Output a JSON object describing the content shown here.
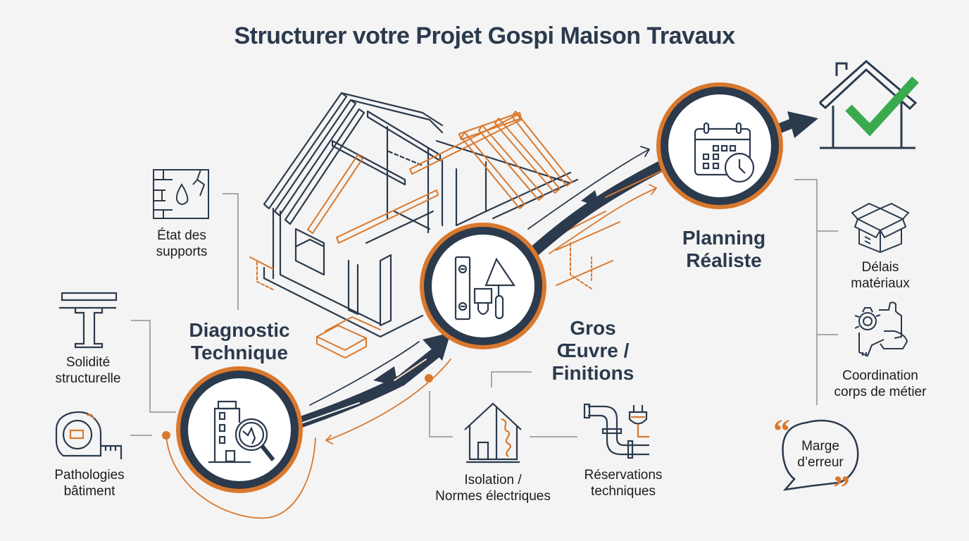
{
  "title": "Structurer votre Projet Gospi Maison Travaux",
  "colors": {
    "navy": "#2b3a4d",
    "orange": "#d9782d",
    "green": "#3aaa4f",
    "connector_gray": "#8a9099",
    "background": "#f4f4f4"
  },
  "stages": [
    {
      "label_line1": "Diagnostic",
      "label_line2": "Technique",
      "icon": "building-magnifier-icon",
      "details": [
        {
          "line1": "État des",
          "line2": "supports",
          "icon": "brick-wall-crack-icon"
        },
        {
          "line1": "Solidité",
          "line2": "structurelle",
          "icon": "i-beam-icon"
        },
        {
          "line1": "Pathologies",
          "line2": "bâtiment",
          "icon": "tape-measure-icon"
        }
      ]
    },
    {
      "label_line1": "Gros",
      "label_line2": "Œuvre /",
      "label_line3": "Finitions",
      "icon": "tools-level-trowel-brush-icon",
      "details": [
        {
          "line1": "Isolation /",
          "line2": "Normes électriques",
          "icon": "house-insulation-icon"
        },
        {
          "line1": "Réservations",
          "line2": "techniques",
          "icon": "pipe-plug-icon"
        }
      ]
    },
    {
      "label_line1": "Planning",
      "label_line2": "Réaliste",
      "icon": "calendar-clock-icon",
      "details": [
        {
          "line1": "Délais",
          "line2": "matériaux",
          "icon": "open-box-icon"
        },
        {
          "line1": "Coordination",
          "line2": "corps de métier",
          "icon": "hands-gear-icon"
        }
      ]
    }
  ],
  "callout": {
    "line1": "Marge",
    "line2": "d’erreur",
    "icon": "speech-bubble-quotes-icon"
  },
  "final": {
    "icon": "house-checkmark-icon"
  }
}
